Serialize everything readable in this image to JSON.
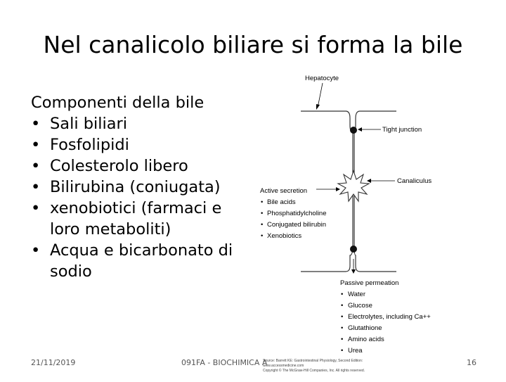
{
  "slide": {
    "title": "Nel canalicolo biliare si forma la bile",
    "heading": "Componenti della bile",
    "bullets": [
      "Sali biliari",
      "Fosfolipidi",
      "Colesterolo libero",
      "Bilirubina (coniugata)",
      "xenobiotici (farmaci e loro metaboliti)",
      "Acqua e bicarbonato di sodio"
    ],
    "bullet_glyph": "•"
  },
  "footer": {
    "date": "21/11/2019",
    "course": "091FA - BIOCHIMICA A",
    "page": "16"
  },
  "figure": {
    "hepatocyte": "Hepatocyte",
    "tight_junction": "Tight junction",
    "canaliculus": "Canaliculus",
    "active_secretion": "Active secretion",
    "active_items": [
      "Bile acids",
      "Phosphatidylcholine",
      "Conjugated bilirubin",
      "Xenobiotics"
    ],
    "passive_permeation": "Passive permeation",
    "passive_items": [
      "Water",
      "Glucose",
      "Electrolytes, including Ca++",
      "Glutathione",
      "Amino acids",
      "Urea"
    ],
    "source_line1": "Source: Barrett KE: Gastrointestinal Physiology, Second Edition:",
    "source_line2": "www.accessmedicine.com",
    "source_line3": "Copyright © The McGraw-Hill Companies, Inc. All rights reserved."
  }
}
